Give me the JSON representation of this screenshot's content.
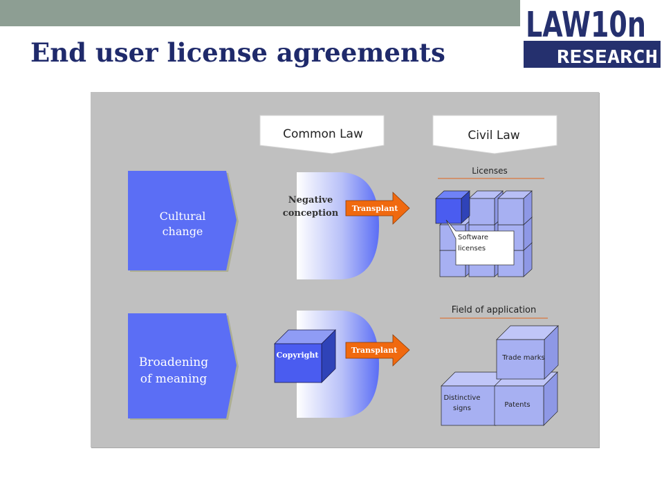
{
  "slide": {
    "title": "End user license agreements",
    "logo": {
      "top": "LAW10n",
      "bottom": "RESEARCH"
    }
  },
  "diagram": {
    "headers": {
      "common_law": "Common Law",
      "civil_law": "Civil Law"
    },
    "left_boxes": {
      "cultural_change": "Cultural change",
      "broadening": "Broadening of meaning"
    },
    "negative_conception": "Negative conception",
    "copyright": "Copyright",
    "transplant_top": "Transplant",
    "transplant_bottom": "Transplant",
    "licenses_label": "Licenses",
    "software_licenses": "Software licenses",
    "field_label": "Field of application",
    "trade_marks": "Trade marks",
    "distinctive_signs": "Distinctive signs",
    "patents": "Patents"
  },
  "colors": {
    "topbar": "#8d9e93",
    "title": "#1f2a6b",
    "logo": "#25306e",
    "blue_box": "#5b6ef5",
    "cube_light": "#a7b0f2",
    "arrow": "#f0690f",
    "panel": "#c0c0c0"
  }
}
